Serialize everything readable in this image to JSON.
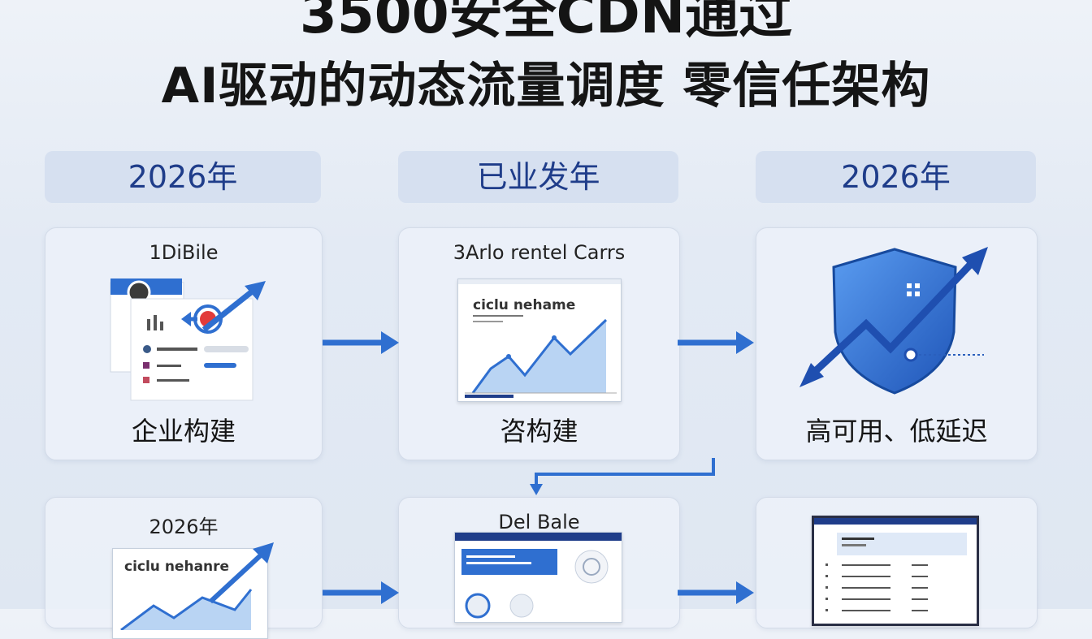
{
  "title": {
    "line1": "3500安全CDN通过",
    "line2": "AI驱动的动态流量调度  零信任架构"
  },
  "columns": [
    {
      "header": "2026年"
    },
    {
      "header": "已业发年"
    },
    {
      "header": "2026年"
    }
  ],
  "cards": [
    {
      "top_label": "1DiBile",
      "caption": "企业构建"
    },
    {
      "top_label": "3Arlo rentel Carrs",
      "caption": "咨构建",
      "chart_title": "ciclu nehame"
    },
    {
      "top_label": "",
      "caption": "高可用、低延迟"
    },
    {
      "top_label": "2026年",
      "caption": "",
      "chart_title": "ciclu nehanre"
    },
    {
      "top_label": "Del Bale",
      "caption": ""
    },
    {
      "top_label": "",
      "caption": ""
    }
  ],
  "colors": {
    "accent": "#2f6fd0",
    "header_bg": "#d6e0f0",
    "header_text": "#1f3d8a",
    "shield": "#3a7ad8"
  }
}
